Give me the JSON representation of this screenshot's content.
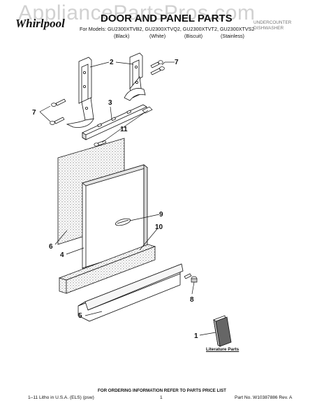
{
  "watermark": "AppliancePartsPros.com",
  "header": {
    "brand": "Whirlpool",
    "title": "DOOR AND PANEL PARTS",
    "models": "For Models: GU2300XTVB2, GU2300XTVQ2, GU2300XTVT2, GU2300XTVS2",
    "colors": [
      "(Black)",
      "(White)",
      "(Biscuit)",
      "(Stainless)"
    ],
    "right_line1": "UNDERCOUNTER",
    "right_line2": "DISHWASHER"
  },
  "callouts": [
    "1",
    "2",
    "3",
    "4",
    "5",
    "6",
    "7",
    "7",
    "8",
    "9",
    "10",
    "11"
  ],
  "literature_label": "Literature Parts",
  "footer": {
    "order_note": "FOR ORDERING INFORMATION REFER TO PARTS PRICE LIST",
    "left": "1–11 Litho in U.S.A. (ELS) (psw)",
    "center": "1",
    "right": "Part No. W10387886 Rev. A"
  },
  "colors": {
    "line": "#111111",
    "stipple": "#9a9a9a",
    "watermark": "#c9c9c9"
  }
}
